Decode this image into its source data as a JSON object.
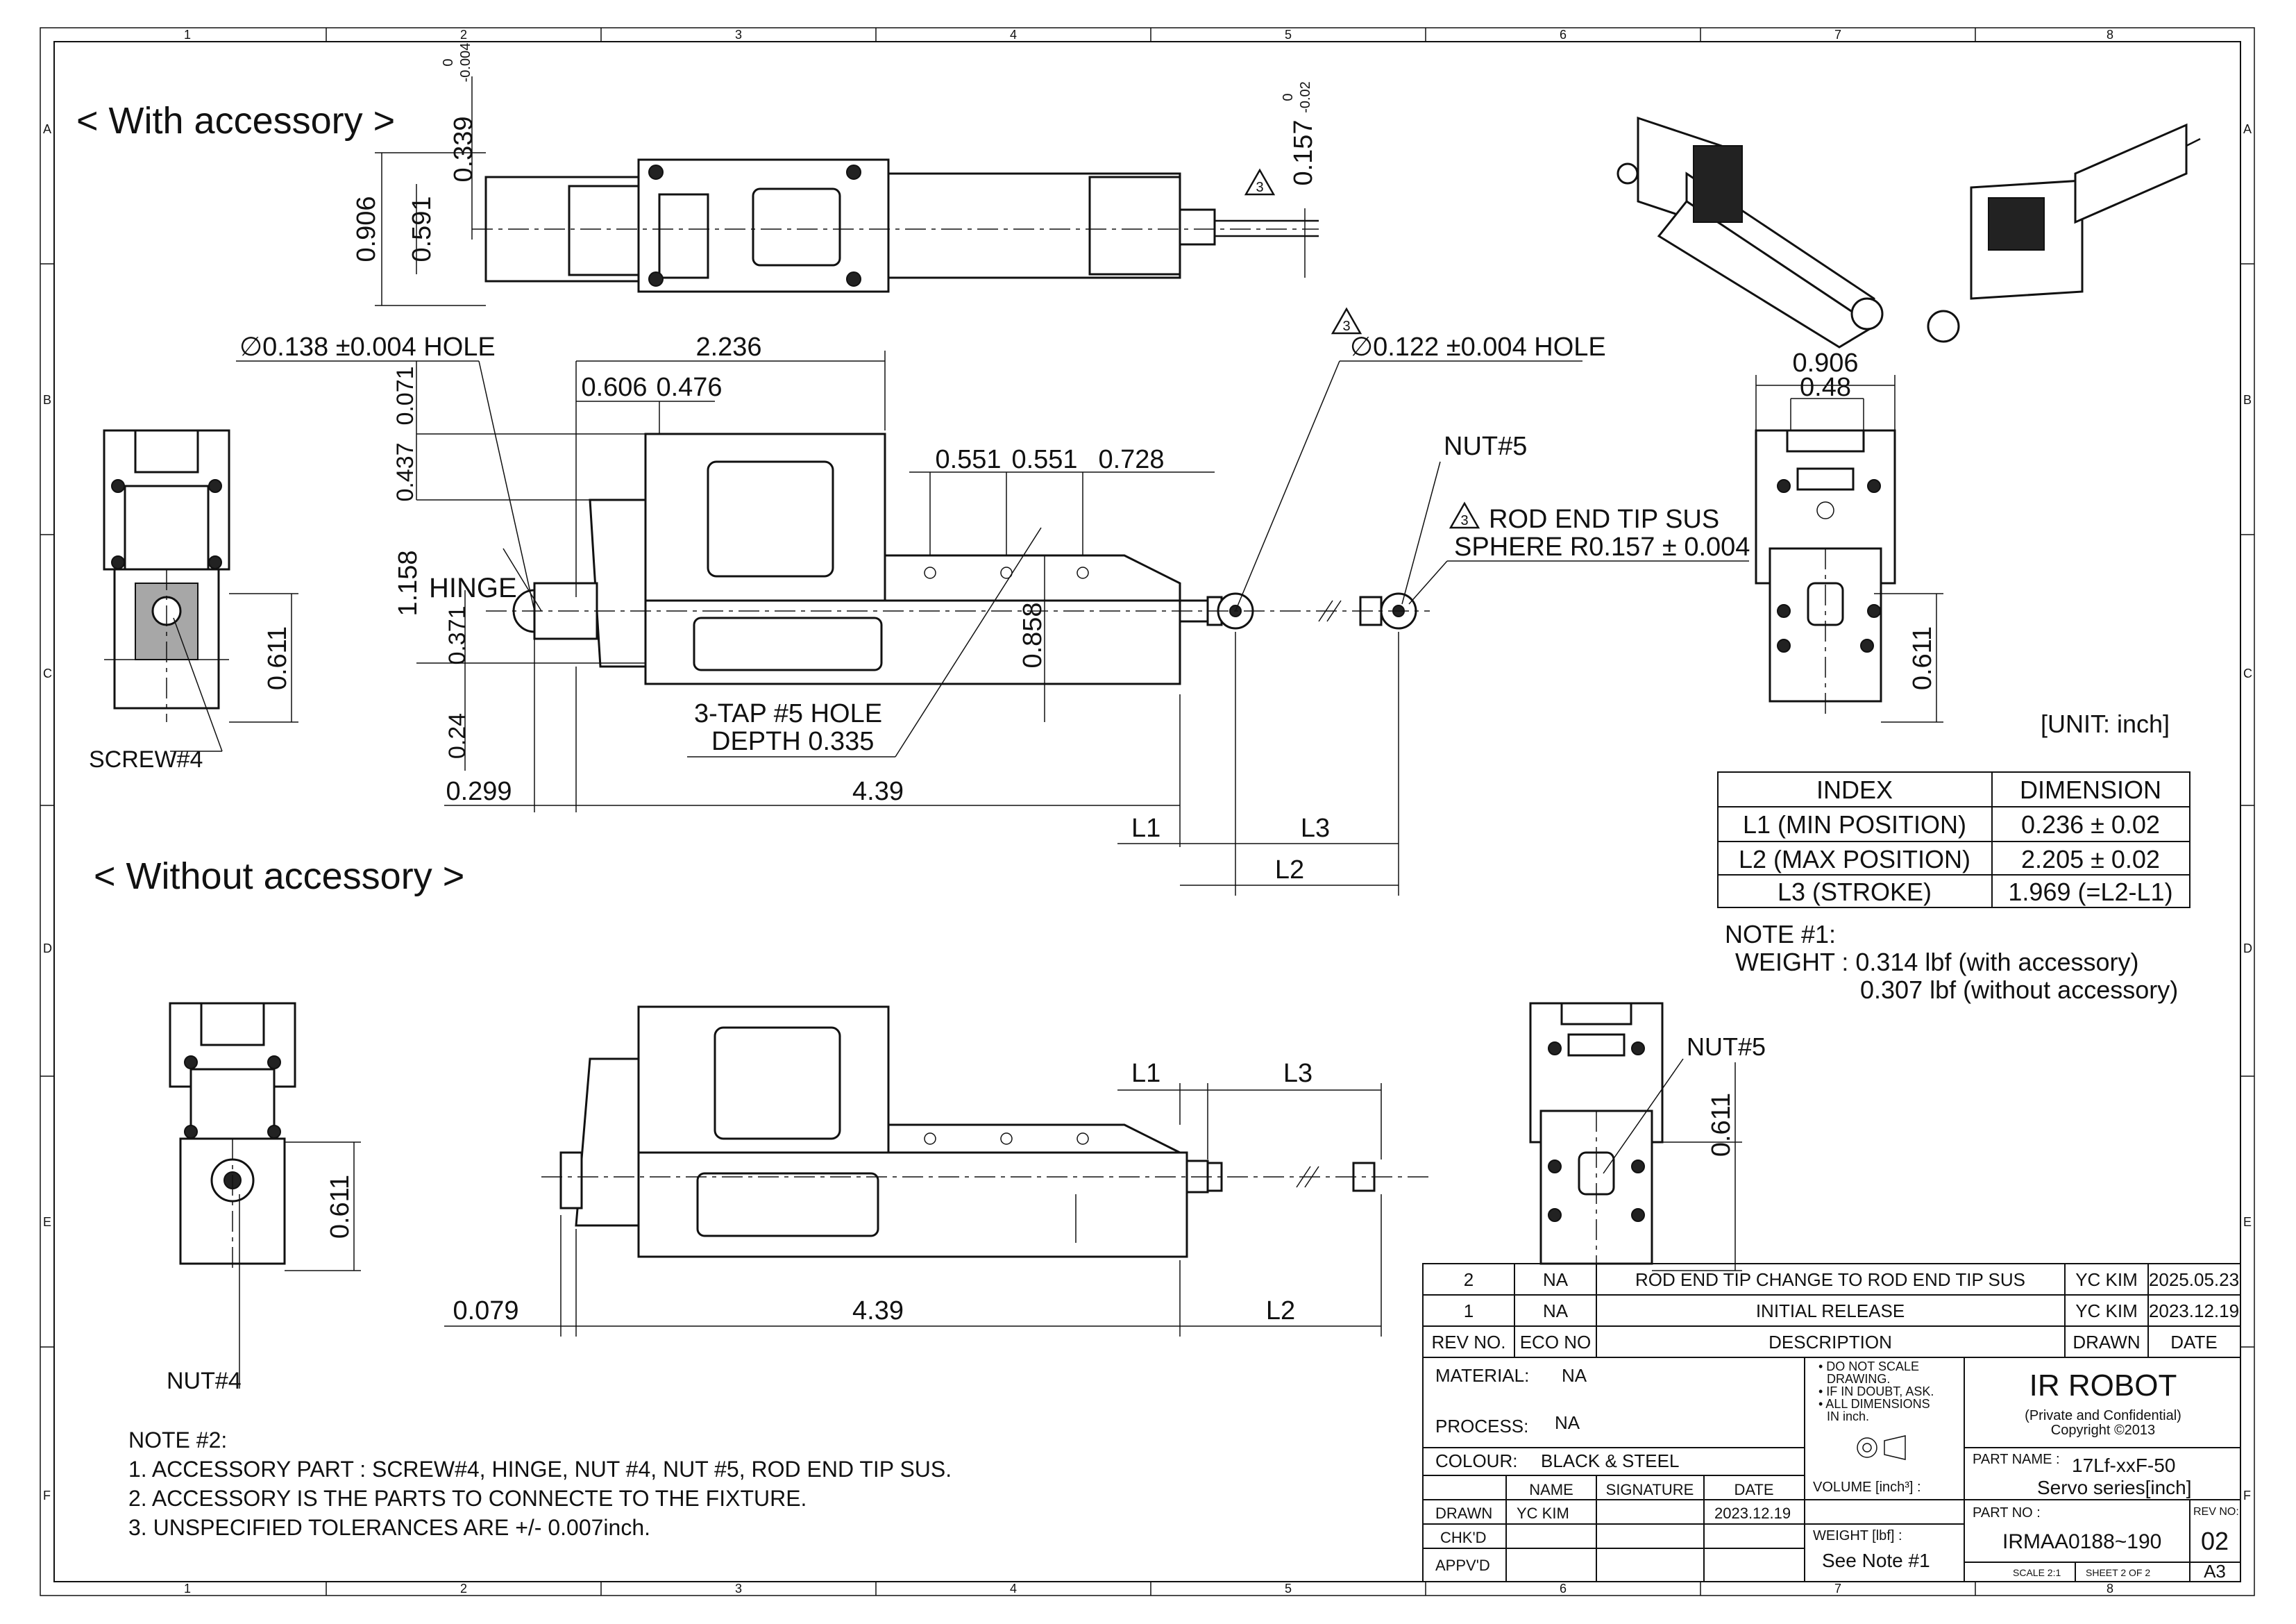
{
  "frame": {
    "cols": [
      "1",
      "2",
      "3",
      "4",
      "5",
      "6",
      "7",
      "8"
    ],
    "rows": [
      "A",
      "B",
      "C",
      "D",
      "E",
      "F"
    ]
  },
  "views": {
    "with_title": "< With accessory >",
    "without_title": "< Without accessory >"
  },
  "dims_top": {
    "d0906": "0.906",
    "d0591": "0.591",
    "d0339": "0.339",
    "tol0339": "0",
    "tol0339b": "-0.004",
    "d0157": "0.157",
    "tol0157": "0",
    "tol0157b": "-0.02",
    "rev3": "3"
  },
  "dims_side": {
    "hole1": "∅0.138 ±0.004 HOLE",
    "hole2": "∅0.122 ±0.004 HOLE",
    "d2236": "2.236",
    "d0606": "0.606",
    "d0476": "0.476",
    "d0071": "0.071",
    "d0437": "0.437",
    "d1158": "1.158",
    "d0371": "0.371",
    "d024": "0.24",
    "d0299": "0.299",
    "d439": "4.39",
    "d0551a": "0.551",
    "d0551b": "0.551",
    "d0728": "0.728",
    "d0858": "0.858",
    "hinge": "HINGE",
    "tap1": "3-TAP #5 HOLE",
    "tap2": "DEPTH 0.335",
    "nut5": "NUT#5",
    "rodend1": "ROD END TIP SUS",
    "rodend2": "SPHERE R0.157 ± 0.004",
    "L1": "L1",
    "L2": "L2",
    "L3": "L3"
  },
  "dims_left": {
    "d0611": "0.611",
    "screw": "SCREW#4"
  },
  "dims_right": {
    "d0906": "0.906",
    "d048": "0.48",
    "d0611": "0.611"
  },
  "unit": "[UNIT: inch]",
  "index_table": {
    "headers": [
      "INDEX",
      "DIMENSION"
    ],
    "rows": [
      [
        "L1 (MIN POSITION)",
        "0.236 ± 0.02"
      ],
      [
        "L2 (MAX POSITION)",
        "2.205 ± 0.02"
      ],
      [
        "L3 (STROKE)",
        "1.969 (=L2-L1)"
      ]
    ]
  },
  "note1": {
    "title": "NOTE #1:",
    "line1": "WEIGHT : 0.314 lbf  (with accessory)",
    "line2": "0.307 lbf  (without accessory)"
  },
  "bottom_dims": {
    "d0079": "0.079",
    "d439": "4.39",
    "L1": "L1",
    "L2": "L2",
    "L3": "L3",
    "d0611a": "0.611",
    "d0611b": "0.611",
    "nut4": "NUT#4",
    "nut5": "NUT#5"
  },
  "note2": {
    "title": "NOTE #2:",
    "l1": "1. ACCESSORY PART :  SCREW#4, HINGE, NUT #4, NUT #5, ROD END TIP SUS.",
    "l2": "2. ACCESSORY IS THE PARTS TO CONNECTE TO THE FIXTURE.",
    "l3": "3. UNSPECIFIED TOLERANCES ARE +/- 0.007inch."
  },
  "revisions": [
    {
      "rev": "2",
      "eco": "NA",
      "desc": "ROD END TIP CHANGE TO ROD END TIP SUS",
      "drawn": "YC KIM",
      "date": "2025.05.23"
    },
    {
      "rev": "1",
      "eco": "NA",
      "desc": "INITIAL RELEASE",
      "drawn": "YC KIM",
      "date": "2023.12.19"
    }
  ],
  "rev_headers": {
    "rev": "REV NO.",
    "eco": "ECO NO",
    "desc": "DESCRIPTION",
    "drawn": "DRAWN",
    "date": "DATE"
  },
  "title_block": {
    "material_label": "MATERIAL:",
    "material": "NA",
    "process_label": "PROCESS:",
    "process": "NA",
    "colour_label": "COLOUR:",
    "colour": "BLACK & STEEL",
    "notes": [
      "• DO NOT SCALE",
      "DRAWING.",
      "• IF IN DOUBT, ASK.",
      "• ALL DIMENSIONS",
      "IN inch."
    ],
    "company": "IR ROBOT",
    "confidential": "(Private and Confidential)",
    "copyright": "Copyright ©2013",
    "part_name_label": "PART NAME :",
    "part_name1": "17Lf-xxF-50",
    "part_name2": "Servo series[inch]",
    "part_no_label": "PART NO :",
    "part_no": "IRMAA0188~190",
    "rev_label": "REV NO:",
    "rev": "02",
    "scale": "SCALE  2:1",
    "sheet": "SHEET 2 OF 2",
    "size": "A3",
    "volume_label": "VOLUME [inch³] :",
    "weight_label": "WEIGHT [lbf] :",
    "weight": "See Note #1",
    "name_h": "NAME",
    "sig_h": "SIGNATURE",
    "date_h": "DATE",
    "drawn_label": "DRAWN",
    "drawn_name": "YC KIM",
    "drawn_date": "2023.12.19",
    "chkd_label": "CHK'D",
    "appvd_label": "APPV'D"
  }
}
